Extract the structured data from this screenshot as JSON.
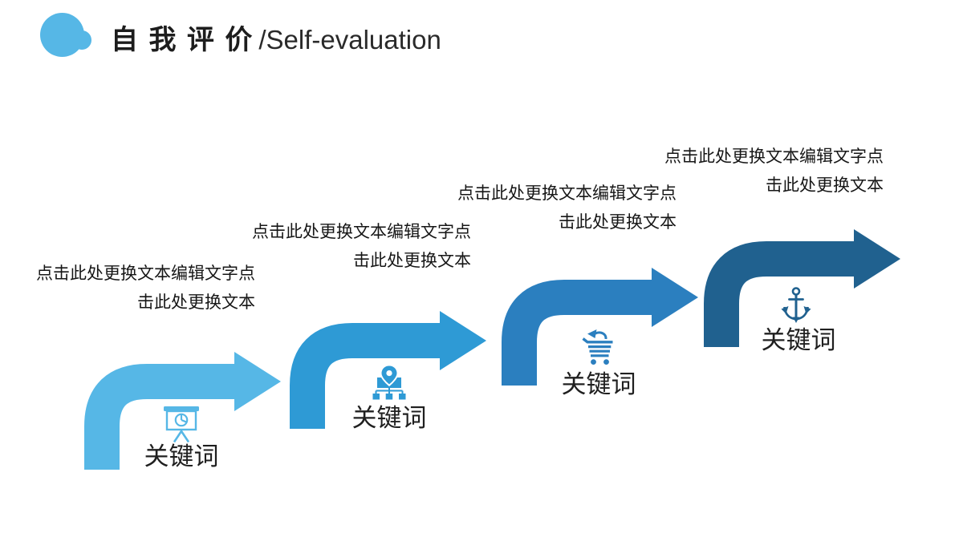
{
  "slide": {
    "title_zh": "自 我 评 价",
    "title_en": "/Self-evaluation",
    "background_color": "#ffffff",
    "logo_color": "#56b7e6",
    "text_color": "#1a1a1a"
  },
  "steps": [
    {
      "keyword": "关键词",
      "desc_line1": "点击此处更换文本编辑文字点",
      "desc_line2": "击此处更换文本",
      "color": "#56b7e6",
      "icon": "presentation-chart-icon"
    },
    {
      "keyword": "关键词",
      "desc_line1": "点击此处更换文本编辑文字点",
      "desc_line2": "击此处更换文本",
      "color": "#2e9ad5",
      "icon": "location-sitemap-icon"
    },
    {
      "keyword": "关键词",
      "desc_line1": "点击此处更换文本编辑文字点",
      "desc_line2": "击此处更换文本",
      "color": "#2b7fbf",
      "icon": "shopping-cart-icon"
    },
    {
      "keyword": "关键词",
      "desc_line1": "点击此处更换文本编辑文字点",
      "desc_line2": "击此处更换文本",
      "color": "#20618f",
      "icon": "anchor-icon"
    }
  ]
}
